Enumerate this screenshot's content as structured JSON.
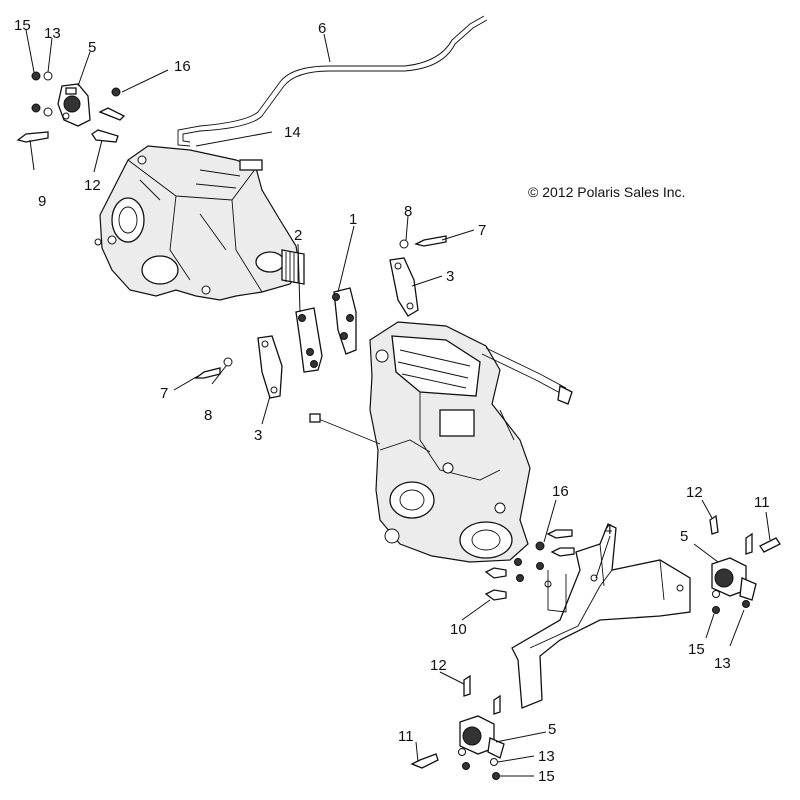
{
  "copyright": "© 2012 Polaris Sales Inc.",
  "callouts": {
    "c1": "1",
    "c2": "2",
    "c3a": "3",
    "c3b": "3",
    "c4": "4",
    "c5a": "5",
    "c5b": "5",
    "c5c": "5",
    "c6": "6",
    "c7a": "7",
    "c7b": "7",
    "c8a": "8",
    "c8b": "8",
    "c9": "9",
    "c10": "10",
    "c11a": "11",
    "c11b": "11",
    "c12a": "12",
    "c12b": "12",
    "c12c": "12",
    "c13a": "13",
    "c13b": "13",
    "c13c": "13",
    "c14": "14",
    "c15a": "15",
    "c15b": "15",
    "c15c": "15",
    "c16a": "16",
    "c16b": "16"
  }
}
